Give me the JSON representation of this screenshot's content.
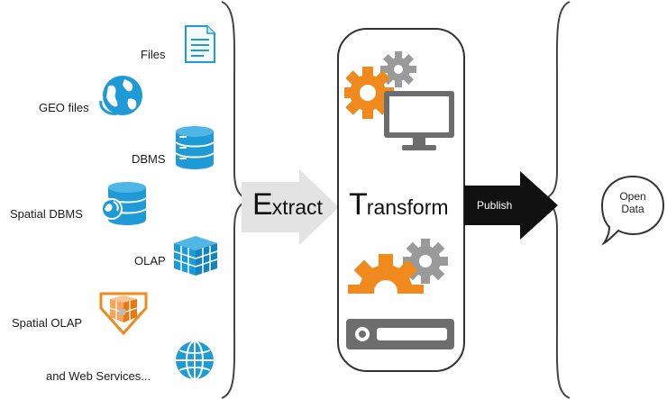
{
  "sources": {
    "files": "Files",
    "geo_files": "GEO files",
    "dbms": "DBMS",
    "spatial_dbms": "Spatial DBMS",
    "olap": "OLAP",
    "spatial_olap": "Spatial OLAP",
    "web_services": "and Web Services..."
  },
  "stages": {
    "extract_cap": "E",
    "extract_rest": "xtract",
    "transform_cap": "T",
    "transform_rest": "ransform",
    "publish": "Publish"
  },
  "output": {
    "line1": "Open",
    "line2": "Data"
  },
  "colors": {
    "accent_blue": "#1e9bd7",
    "accent_orange": "#f08a1e",
    "gear_gray": "#9a9a9a",
    "dark_gray": "#6d6d6d",
    "arrow_gray": "#e3e3e3",
    "publish_arrow": "#111111"
  },
  "icons": {
    "files": "document-icon",
    "geo_files": "globe-icon",
    "dbms": "database-icon",
    "spatial_dbms": "spatial-database-icon",
    "olap": "cube-icon",
    "spatial_olap": "spatial-cube-icon",
    "web_services": "web-globe-icon",
    "transform_top": "gears-monitor-icon",
    "transform_bottom": "gears-server-icon"
  }
}
